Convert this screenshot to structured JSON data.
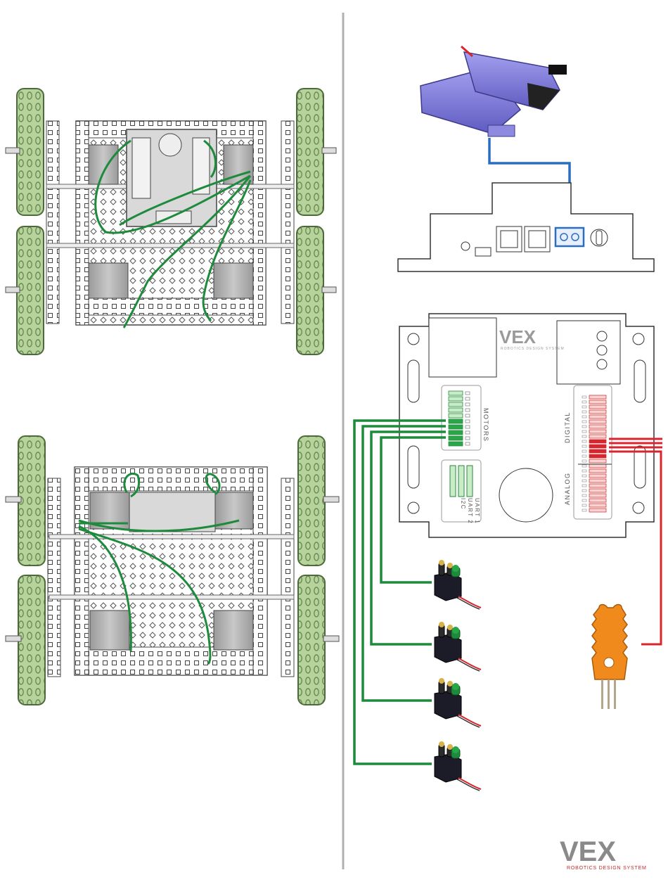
{
  "controller": {
    "brand_logo_text": "VEX",
    "brand_tagline": "ROBOTICS DESIGN SYSTEM",
    "port_labels": {
      "motors": "MOTORS",
      "digital": "DIGITAL",
      "analog": "ANALOG",
      "uart1": "UART 1",
      "uart2": "UART 2",
      "i2c": "I2C"
    }
  },
  "footer_logo": {
    "text": "VEX",
    "tagline": "ROBOTICS DESIGN SYSTEM"
  },
  "colors": {
    "wire_green": "#1e8a3c",
    "wire_blue": "#2a6fbf",
    "wire_red": "#d8262e",
    "wheel_green": "#a9c98a",
    "battery_purple": "#7d7ad6",
    "sensor_orange": "#f08a1c",
    "logo_red": "#c62828",
    "logo_grey": "#8a8a8a"
  },
  "icons": {
    "battery": "battery-pack-icon",
    "motor": "motor-controller-icon",
    "sensor": "limit-sensor-icon"
  }
}
